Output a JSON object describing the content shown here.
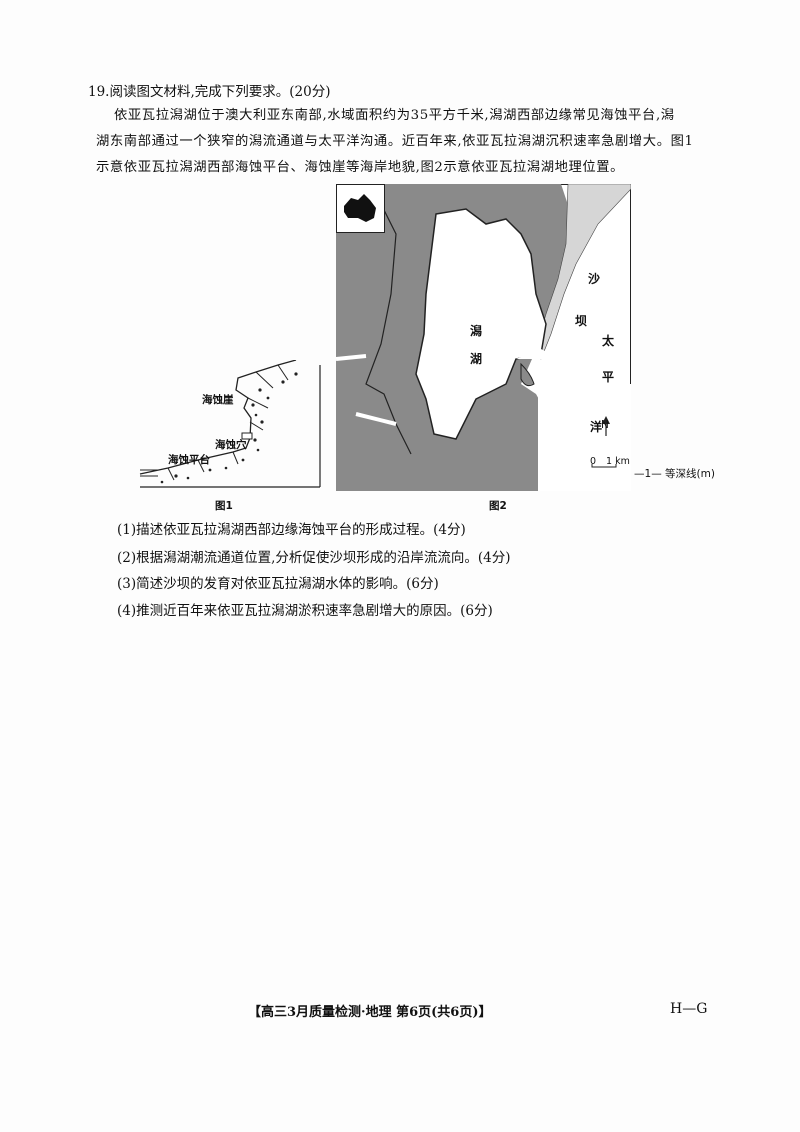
{
  "question": {
    "title": "19.阅读图文材料,完成下列要求。(20分)",
    "paragraph": [
      "依亚瓦拉潟湖位于澳大利亚东南部,水域面积约为35平方千米,潟湖西部边缘常见海蚀平台,潟",
      "湖东南部通过一个狭窄的潟流通道与太平洋沟通。近百年来,依亚瓦拉潟湖沉积速率急剧增大。图1",
      "示意依亚瓦拉潟湖西部海蚀平台、海蚀崖等海岸地貌,图2示意依亚瓦拉潟湖地理位置。"
    ],
    "subquestions": [
      "(1)描述依亚瓦拉潟湖西部边缘海蚀平台的形成过程。(4分)",
      "(2)根据潟湖潮流通道位置,分析促使沙坝形成的沿岸流流向。(4分)",
      "(3)简述沙坝的发育对依亚瓦拉潟湖水体的影响。(6分)",
      "(4)推测近百年来依亚瓦拉潟湖淤积速率急剧增大的原因。(6分)"
    ]
  },
  "figure1": {
    "caption": "图1",
    "labels": {
      "cliff": "海蚀崖",
      "cave": "海蚀穴",
      "platform": "海蚀平台"
    }
  },
  "figure2": {
    "caption": "图2",
    "labels": {
      "lagoon1": "潟",
      "lagoon2": "湖",
      "sandbar1": "沙",
      "sandbar2": "坝",
      "ocean1": "太",
      "ocean2": "平",
      "ocean3": "洋",
      "north": "N",
      "scale0": "0",
      "scale1": "1 km"
    },
    "legend": "等深线(m)",
    "legend_value": "1"
  },
  "footer": {
    "center": "【高三3月质量检测·地理  第6页(共6页)】",
    "right": "H—G"
  }
}
